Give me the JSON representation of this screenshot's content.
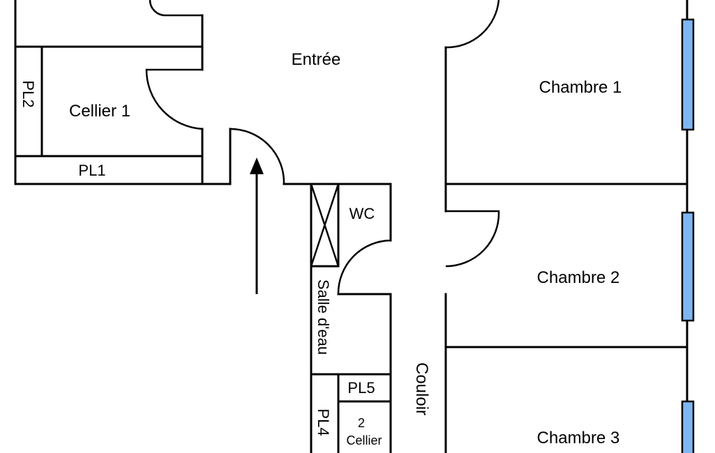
{
  "rooms": {
    "entree": "Entrée",
    "chambre1": "Chambre 1",
    "chambre2": "Chambre 2",
    "chambre3": "Chambre 3",
    "cellier1": "Cellier 1",
    "pl1": "PL1",
    "pl2": "PL2",
    "wc": "WC",
    "salle_eau": "Salle d'eau",
    "couloir": "Couloir",
    "pl5": "PL5",
    "pl4": "PL4",
    "cellier2_num": "2",
    "cellier2": "Cellier"
  },
  "colors": {
    "window": "#7eb6f2",
    "wall": "#000000"
  },
  "entrance_arrow": "arrow-up-icon"
}
